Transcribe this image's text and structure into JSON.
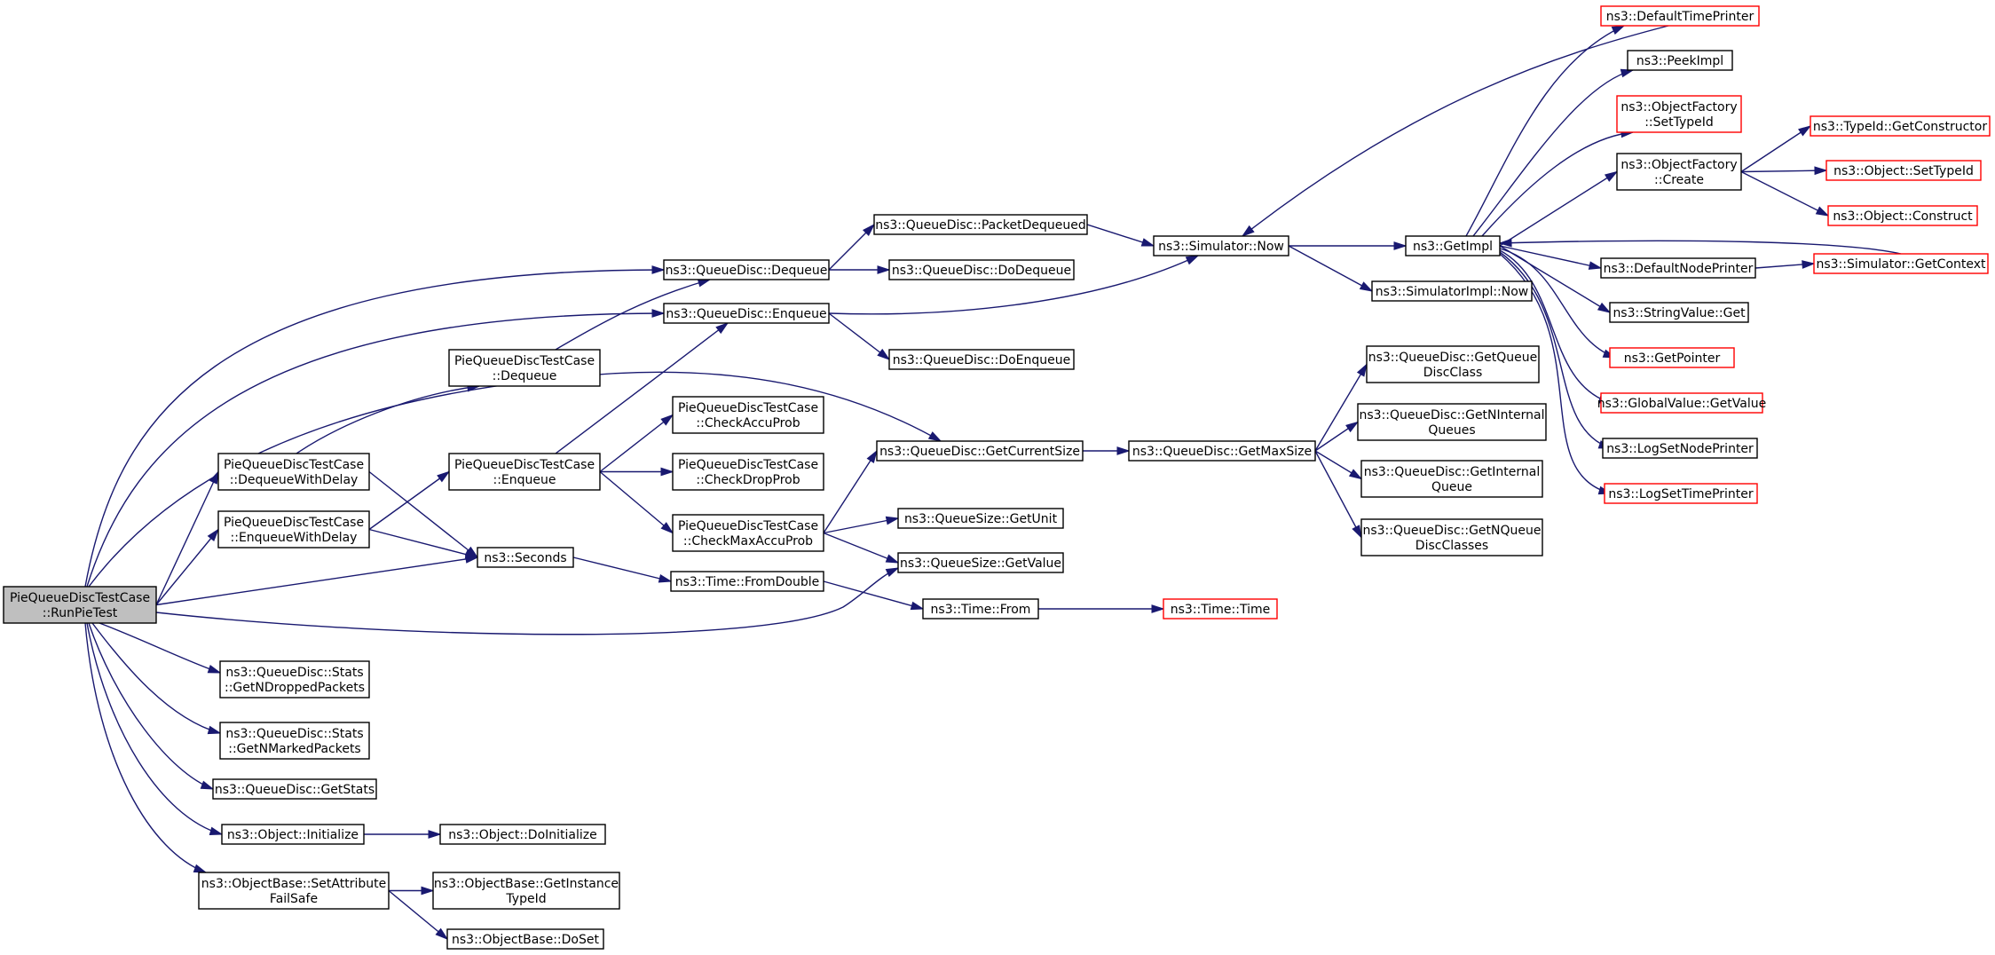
{
  "colors": {
    "edge": "#191970",
    "root_fill": "#bfbfbf",
    "link_border": "#000000",
    "undocumented_border": "#ff0000"
  },
  "nodes": [
    {
      "id": "root",
      "style": "root",
      "lines": [
        "PieQueueDiscTestCase",
        "::RunPieTest"
      ]
    },
    {
      "id": "dequeue_with_delay",
      "style": "normal",
      "lines": [
        "PieQueueDiscTestCase",
        "::DequeueWithDelay"
      ]
    },
    {
      "id": "enqueue_with_delay",
      "style": "normal",
      "lines": [
        "PieQueueDiscTestCase",
        "::EnqueueWithDelay"
      ]
    },
    {
      "id": "pie_dequeue",
      "style": "normal",
      "lines": [
        "PieQueueDiscTestCase",
        "::Dequeue"
      ]
    },
    {
      "id": "pie_enqueue",
      "style": "normal",
      "lines": [
        "PieQueueDiscTestCase",
        "::Enqueue"
      ]
    },
    {
      "id": "seconds",
      "style": "normal",
      "lines": [
        "ns3::Seconds"
      ]
    },
    {
      "id": "qd_dequeue",
      "style": "normal",
      "lines": [
        "ns3::QueueDisc::Dequeue"
      ]
    },
    {
      "id": "qd_enqueue",
      "style": "normal",
      "lines": [
        "ns3::QueueDisc::Enqueue"
      ]
    },
    {
      "id": "check_accu",
      "style": "normal",
      "lines": [
        "PieQueueDiscTestCase",
        "::CheckAccuProb"
      ]
    },
    {
      "id": "check_drop",
      "style": "normal",
      "lines": [
        "PieQueueDiscTestCase",
        "::CheckDropProb"
      ]
    },
    {
      "id": "check_max",
      "style": "normal",
      "lines": [
        "PieQueueDiscTestCase",
        "::CheckMaxAccuProb"
      ]
    },
    {
      "id": "from_double",
      "style": "normal",
      "lines": [
        "ns3::Time::FromDouble"
      ]
    },
    {
      "id": "time_from",
      "style": "normal",
      "lines": [
        "ns3::Time::From"
      ]
    },
    {
      "id": "time_time",
      "style": "red",
      "lines": [
        "ns3::Time::Time"
      ]
    },
    {
      "id": "packet_dequeued",
      "style": "normal",
      "lines": [
        "ns3::QueueDisc::PacketDequeued"
      ]
    },
    {
      "id": "do_dequeue",
      "style": "normal",
      "lines": [
        "ns3::QueueDisc::DoDequeue"
      ]
    },
    {
      "id": "do_enqueue",
      "style": "normal",
      "lines": [
        "ns3::QueueDisc::DoEnqueue"
      ]
    },
    {
      "id": "get_current_size",
      "style": "normal",
      "lines": [
        "ns3::QueueDisc::GetCurrentSize"
      ]
    },
    {
      "id": "qs_get_unit",
      "style": "normal",
      "lines": [
        "ns3::QueueSize::GetUnit"
      ]
    },
    {
      "id": "qs_get_value",
      "style": "normal",
      "lines": [
        "ns3::QueueSize::GetValue"
      ]
    },
    {
      "id": "sim_now",
      "style": "normal",
      "lines": [
        "ns3::Simulator::Now"
      ]
    },
    {
      "id": "get_max_size",
      "style": "normal",
      "lines": [
        "ns3::QueueDisc::GetMaxSize"
      ]
    },
    {
      "id": "get_impl",
      "style": "normal",
      "lines": [
        "ns3::GetImpl"
      ]
    },
    {
      "id": "simimpl_now",
      "style": "normal",
      "lines": [
        "ns3::SimulatorImpl::Now"
      ]
    },
    {
      "id": "get_queue_disc_class",
      "style": "normal",
      "lines": [
        "ns3::QueueDisc::GetQueue",
        "DiscClass"
      ]
    },
    {
      "id": "get_n_internal_queues",
      "style": "normal",
      "lines": [
        "ns3::QueueDisc::GetNInternal",
        "Queues"
      ]
    },
    {
      "id": "get_internal_queue",
      "style": "normal",
      "lines": [
        "ns3::QueueDisc::GetInternal",
        "Queue"
      ]
    },
    {
      "id": "get_n_queue_disc_classes",
      "style": "normal",
      "lines": [
        "ns3::QueueDisc::GetNQueue",
        "DiscClasses"
      ]
    },
    {
      "id": "default_time_printer",
      "style": "red",
      "lines": [
        "ns3::DefaultTimePrinter"
      ]
    },
    {
      "id": "peek_impl",
      "style": "normal",
      "lines": [
        "ns3::PeekImpl"
      ]
    },
    {
      "id": "of_set_type_id",
      "style": "red",
      "lines": [
        "ns3::ObjectFactory",
        "::SetTypeId"
      ]
    },
    {
      "id": "of_create",
      "style": "normal",
      "lines": [
        "ns3::ObjectFactory",
        "::Create"
      ]
    },
    {
      "id": "default_node_printer",
      "style": "normal",
      "lines": [
        "ns3::DefaultNodePrinter"
      ]
    },
    {
      "id": "string_value_get",
      "style": "normal",
      "lines": [
        "ns3::StringValue::Get"
      ]
    },
    {
      "id": "get_pointer",
      "style": "red",
      "lines": [
        "ns3::GetPointer"
      ]
    },
    {
      "id": "global_value_get",
      "style": "red",
      "lines": [
        "ns3::GlobalValue::GetValue"
      ]
    },
    {
      "id": "log_set_node_printer",
      "style": "normal",
      "lines": [
        "ns3::LogSetNodePrinter"
      ]
    },
    {
      "id": "log_set_time_printer",
      "style": "red",
      "lines": [
        "ns3::LogSetTimePrinter"
      ]
    },
    {
      "id": "typeid_get_constructor",
      "style": "red",
      "lines": [
        "ns3::TypeId::GetConstructor"
      ]
    },
    {
      "id": "object_set_type_id",
      "style": "red",
      "lines": [
        "ns3::Object::SetTypeId"
      ]
    },
    {
      "id": "object_construct",
      "style": "red",
      "lines": [
        "ns3::Object::Construct"
      ]
    },
    {
      "id": "sim_get_context",
      "style": "red",
      "lines": [
        "ns3::Simulator::GetContext"
      ]
    },
    {
      "id": "stats_dropped",
      "style": "normal",
      "lines": [
        "ns3::QueueDisc::Stats",
        "::GetNDroppedPackets"
      ]
    },
    {
      "id": "stats_marked",
      "style": "normal",
      "lines": [
        "ns3::QueueDisc::Stats",
        "::GetNMarkedPackets"
      ]
    },
    {
      "id": "get_stats",
      "style": "normal",
      "lines": [
        "ns3::QueueDisc::GetStats"
      ]
    },
    {
      "id": "object_initialize",
      "style": "normal",
      "lines": [
        "ns3::Object::Initialize"
      ]
    },
    {
      "id": "object_do_initialize",
      "style": "normal",
      "lines": [
        "ns3::Object::DoInitialize"
      ]
    },
    {
      "id": "set_attr_failsafe",
      "style": "normal",
      "lines": [
        "ns3::ObjectBase::SetAttribute",
        "FailSafe"
      ]
    },
    {
      "id": "get_instance_type_id",
      "style": "normal",
      "lines": [
        "ns3::ObjectBase::GetInstance",
        "TypeId"
      ]
    },
    {
      "id": "do_set",
      "style": "normal",
      "lines": [
        "ns3::ObjectBase::DoSet"
      ]
    }
  ],
  "edges": [
    {
      "from": "root",
      "to": "qd_dequeue"
    },
    {
      "from": "root",
      "to": "qd_enqueue"
    },
    {
      "from": "root",
      "to": "get_current_size"
    },
    {
      "from": "root",
      "to": "dequeue_with_delay"
    },
    {
      "from": "root",
      "to": "enqueue_with_delay"
    },
    {
      "from": "root",
      "to": "seconds"
    },
    {
      "from": "root",
      "to": "qs_get_value"
    },
    {
      "from": "root",
      "to": "stats_dropped"
    },
    {
      "from": "root",
      "to": "stats_marked"
    },
    {
      "from": "root",
      "to": "get_stats"
    },
    {
      "from": "root",
      "to": "object_initialize"
    },
    {
      "from": "root",
      "to": "set_attr_failsafe"
    },
    {
      "from": "dequeue_with_delay",
      "to": "pie_dequeue"
    },
    {
      "from": "dequeue_with_delay",
      "to": "seconds"
    },
    {
      "from": "enqueue_with_delay",
      "to": "pie_enqueue"
    },
    {
      "from": "enqueue_with_delay",
      "to": "seconds"
    },
    {
      "from": "pie_dequeue",
      "to": "qd_dequeue"
    },
    {
      "from": "pie_enqueue",
      "to": "qd_enqueue"
    },
    {
      "from": "pie_enqueue",
      "to": "check_accu"
    },
    {
      "from": "pie_enqueue",
      "to": "check_drop"
    },
    {
      "from": "pie_enqueue",
      "to": "check_max"
    },
    {
      "from": "seconds",
      "to": "from_double"
    },
    {
      "from": "from_double",
      "to": "time_from"
    },
    {
      "from": "time_from",
      "to": "time_time"
    },
    {
      "from": "qd_dequeue",
      "to": "packet_dequeued"
    },
    {
      "from": "qd_dequeue",
      "to": "do_dequeue"
    },
    {
      "from": "qd_enqueue",
      "to": "sim_now"
    },
    {
      "from": "qd_enqueue",
      "to": "do_enqueue"
    },
    {
      "from": "packet_dequeued",
      "to": "sim_now"
    },
    {
      "from": "check_max",
      "to": "get_current_size"
    },
    {
      "from": "check_max",
      "to": "qs_get_unit"
    },
    {
      "from": "check_max",
      "to": "qs_get_value"
    },
    {
      "from": "get_current_size",
      "to": "get_max_size"
    },
    {
      "from": "get_max_size",
      "to": "get_queue_disc_class"
    },
    {
      "from": "get_max_size",
      "to": "get_n_internal_queues"
    },
    {
      "from": "get_max_size",
      "to": "get_internal_queue"
    },
    {
      "from": "get_max_size",
      "to": "get_n_queue_disc_classes"
    },
    {
      "from": "sim_now",
      "to": "get_impl"
    },
    {
      "from": "sim_now",
      "to": "simimpl_now"
    },
    {
      "from": "default_time_printer",
      "to": "sim_now"
    },
    {
      "from": "get_impl",
      "to": "default_time_printer"
    },
    {
      "from": "get_impl",
      "to": "peek_impl"
    },
    {
      "from": "get_impl",
      "to": "of_set_type_id"
    },
    {
      "from": "get_impl",
      "to": "of_create"
    },
    {
      "from": "get_impl",
      "to": "default_node_printer"
    },
    {
      "from": "get_impl",
      "to": "string_value_get"
    },
    {
      "from": "get_impl",
      "to": "get_pointer"
    },
    {
      "from": "get_impl",
      "to": "global_value_get"
    },
    {
      "from": "get_impl",
      "to": "log_set_node_printer"
    },
    {
      "from": "get_impl",
      "to": "log_set_time_printer"
    },
    {
      "from": "of_create",
      "to": "typeid_get_constructor"
    },
    {
      "from": "of_create",
      "to": "object_set_type_id"
    },
    {
      "from": "of_create",
      "to": "object_construct"
    },
    {
      "from": "default_node_printer",
      "to": "sim_get_context"
    },
    {
      "from": "sim_get_context",
      "to": "get_impl"
    },
    {
      "from": "object_initialize",
      "to": "object_do_initialize"
    },
    {
      "from": "set_attr_failsafe",
      "to": "get_instance_type_id"
    },
    {
      "from": "set_attr_failsafe",
      "to": "do_set"
    }
  ]
}
